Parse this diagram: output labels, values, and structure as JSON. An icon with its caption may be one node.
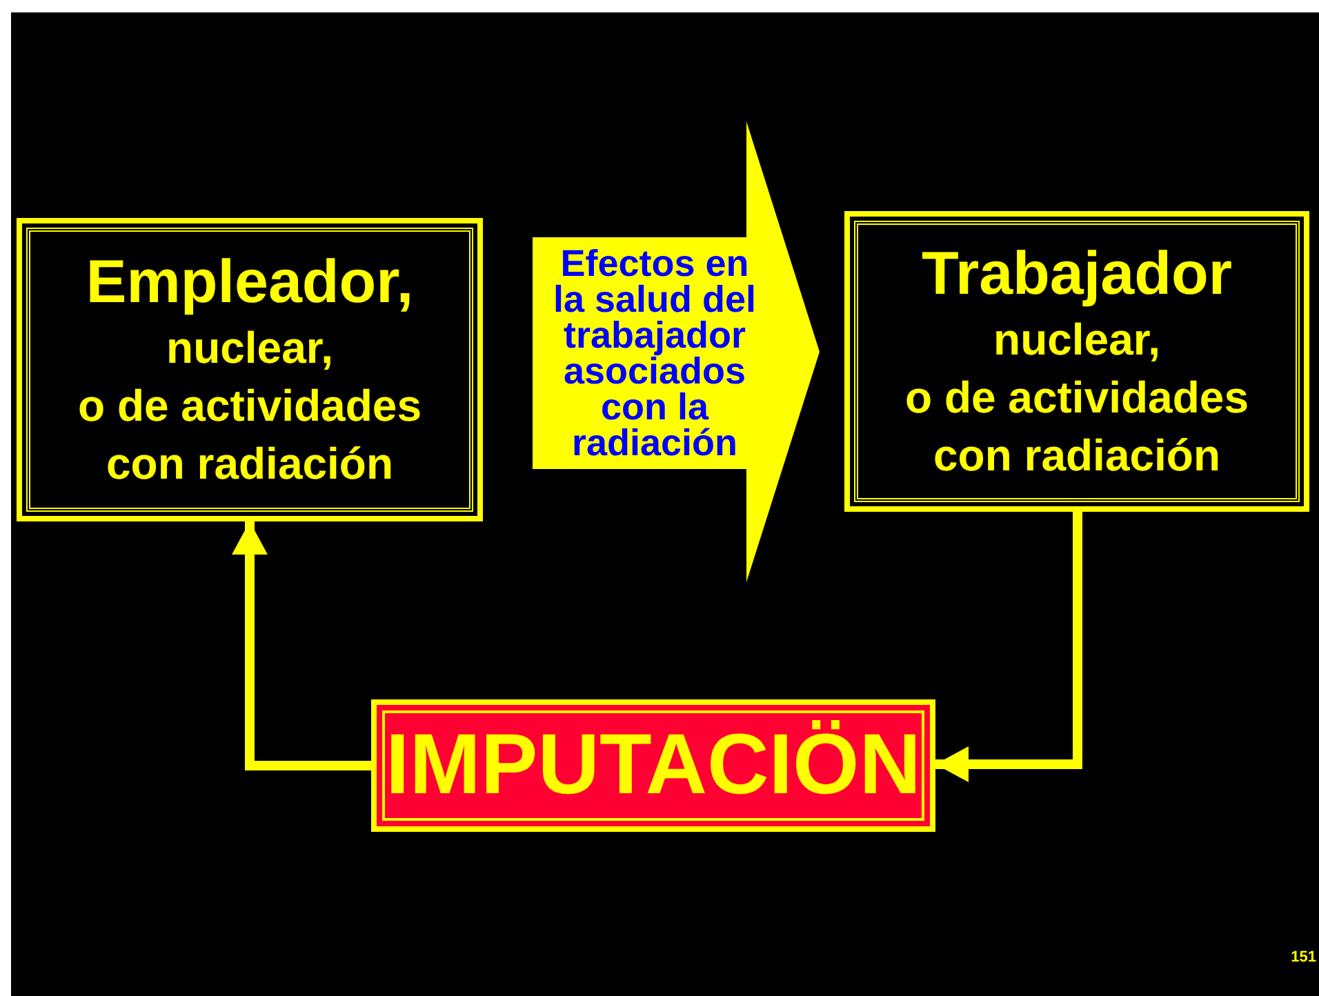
{
  "diagram": {
    "nodes": [
      {
        "text": [
          "Empleador,",
          "nuclear,",
          "o de actividades con radiación"
        ]
      },
      {
        "text": [
          "Trabajador",
          "nuclear,",
          "o de actividades con radiación"
        ]
      },
      {
        "text": [
          "IMPUTACIÖN"
        ]
      }
    ],
    "edges": [
      {
        "from": 0,
        "to": 1,
        "arrow": "to",
        "label": "Efectos en la salud del trabajador asociados con la radiación",
        "style": "thick"
      },
      {
        "from": 1,
        "to": 2,
        "arrow": "to"
      },
      {
        "from": 2,
        "to": 0,
        "arrow": "to"
      }
    ],
    "labels": [
      "151"
    ]
  }
}
